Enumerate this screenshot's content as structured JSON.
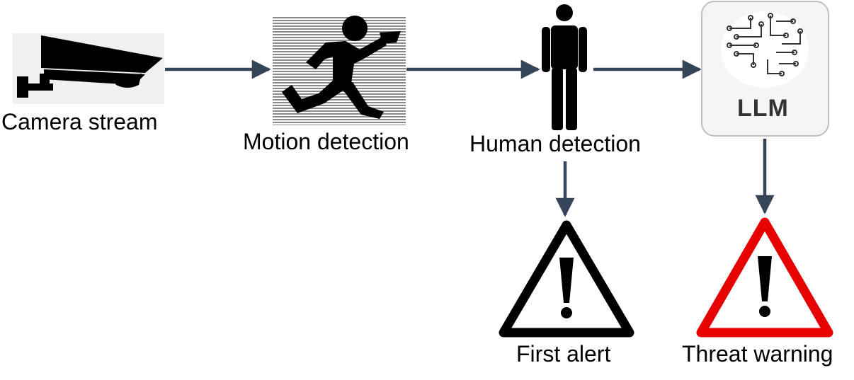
{
  "nodes": {
    "camera": {
      "label": "Camera stream",
      "icon": "security-camera-icon"
    },
    "motion": {
      "label": "Motion detection",
      "icon": "running-person-icon"
    },
    "human": {
      "label": "Human detection",
      "icon": "standing-person-icon"
    },
    "llm": {
      "label": "LLM",
      "icon": "circuit-brain-icon"
    },
    "first_alert": {
      "label": "First alert",
      "icon": "warning-triangle-icon",
      "color": "#000000"
    },
    "threat_warning": {
      "label": "Threat warning",
      "icon": "warning-triangle-icon",
      "color": "#e60000"
    }
  },
  "edges": [
    {
      "from": "camera",
      "to": "motion"
    },
    {
      "from": "motion",
      "to": "human"
    },
    {
      "from": "human",
      "to": "llm"
    },
    {
      "from": "human",
      "to": "first_alert"
    },
    {
      "from": "llm",
      "to": "threat_warning"
    }
  ],
  "colors": {
    "arrow": "#354559",
    "llm_box_fill": "#f5f5f5",
    "llm_box_border": "#bfbfbf",
    "llm_text": "#333333"
  }
}
